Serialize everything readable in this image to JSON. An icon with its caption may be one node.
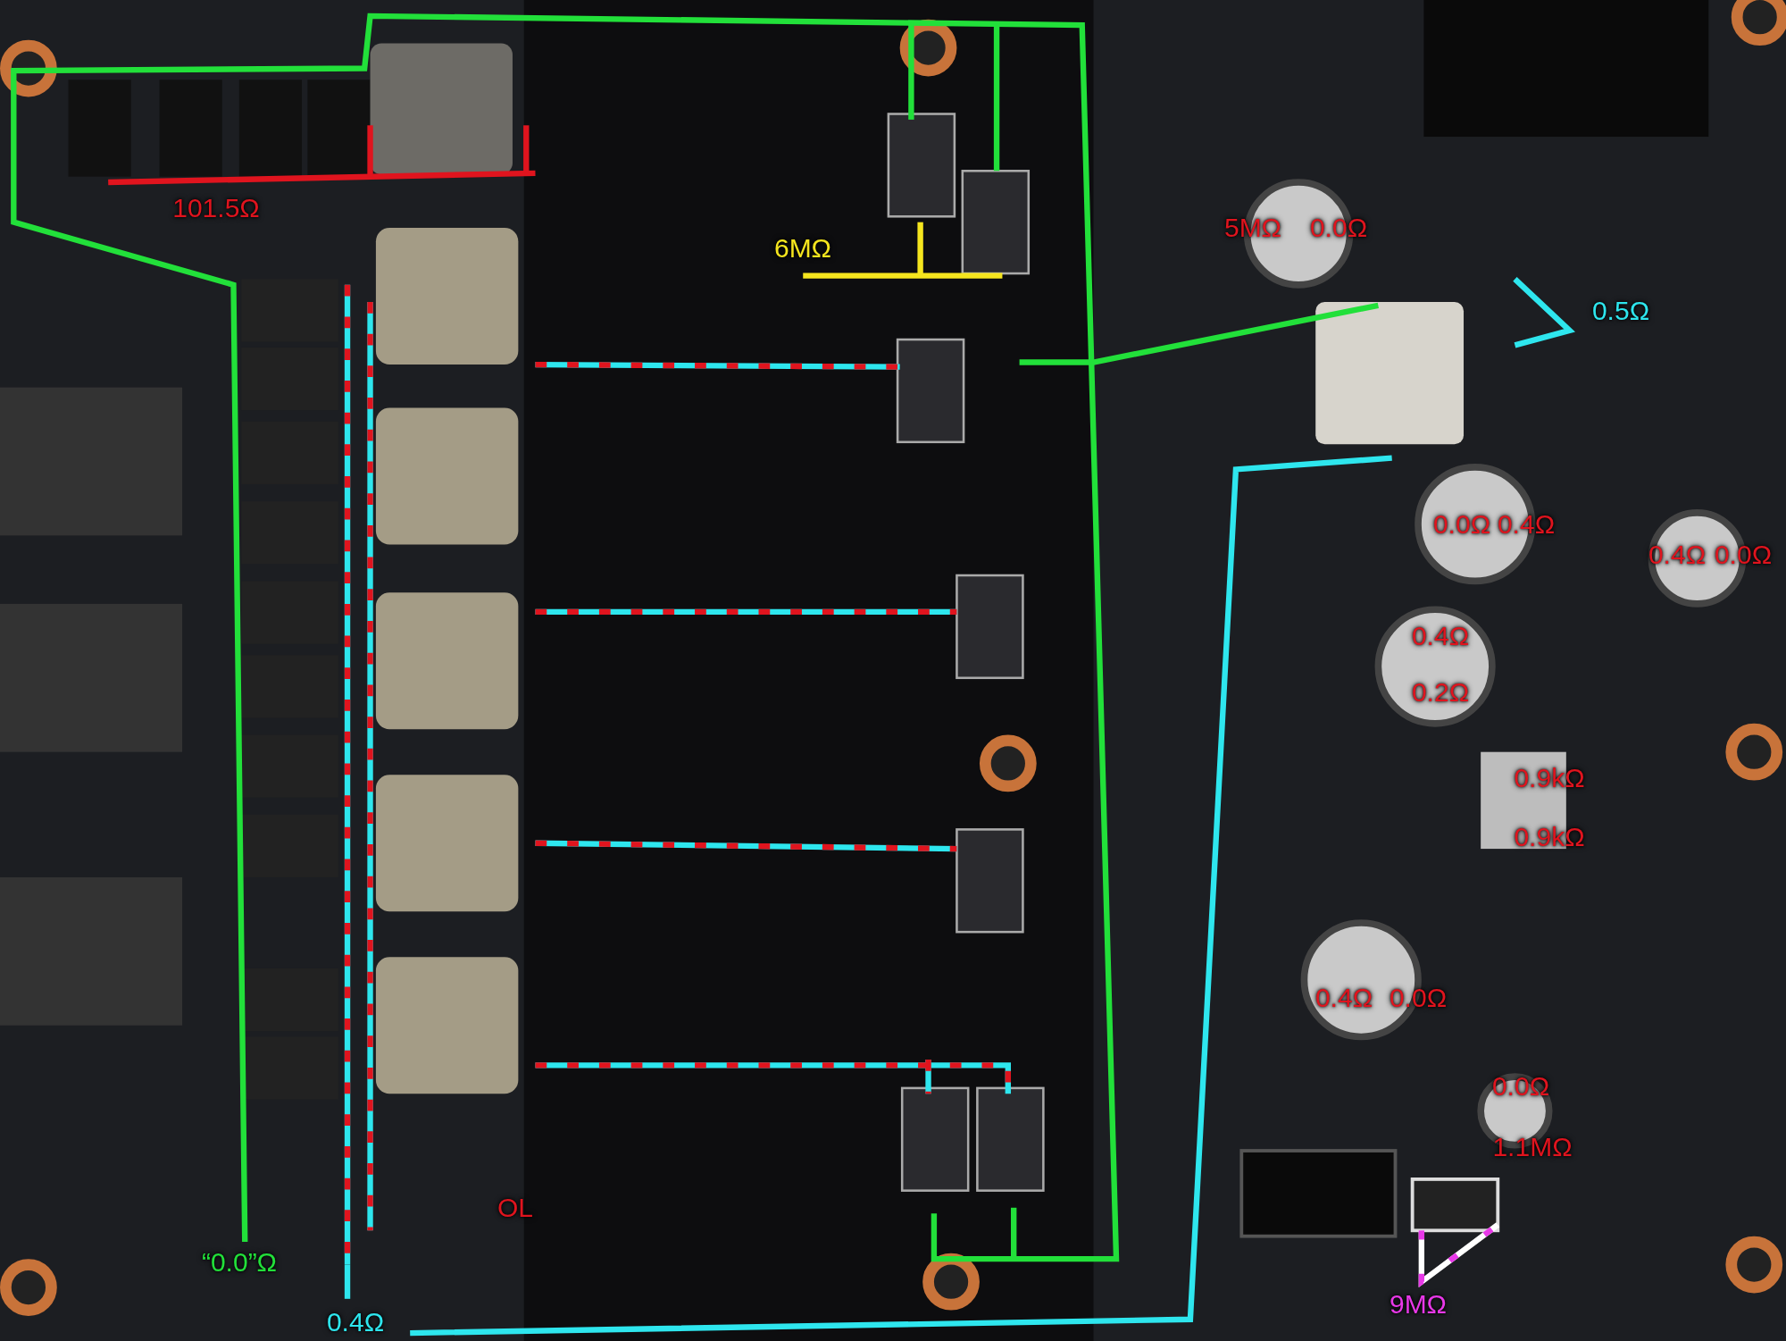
{
  "diagram": {
    "labels": [
      "101.5Ω",
      "5MΩ",
      "0.0Ω",
      "6MΩ",
      "0.5Ω",
      "0.0Ω",
      "0.4Ω",
      "0.4Ω",
      "0.0Ω",
      "0.4Ω",
      "0.2Ω",
      "0.9kΩ",
      "0.9kΩ",
      "0.4Ω",
      "0.0Ω",
      "0.0Ω",
      "1.1MΩ",
      "OL",
      "“0.0”Ω",
      "9MΩ",
      "0.4Ω"
    ]
  }
}
